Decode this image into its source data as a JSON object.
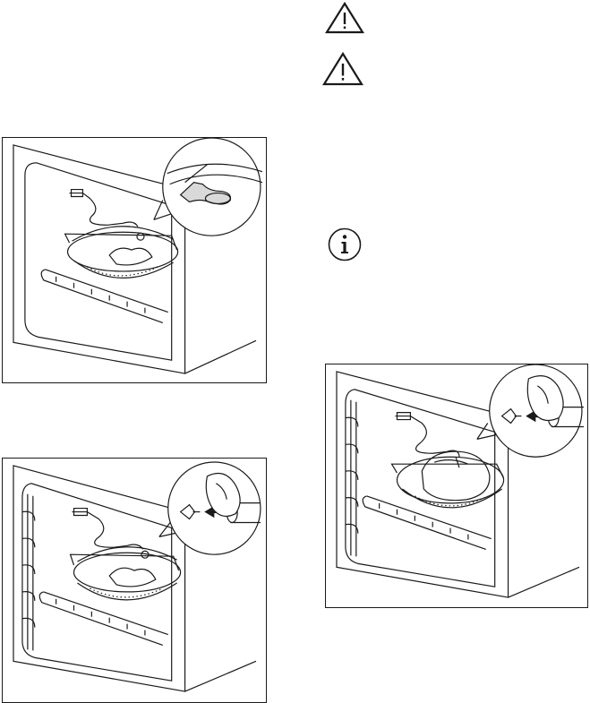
{
  "icons": {
    "warning_1": "warning-triangle-icon",
    "warning_2": "warning-triangle-icon",
    "info": "information-circle-icon"
  },
  "figures": [
    {
      "name": "figure-steam-dish-inlet-detail",
      "depicts": "oven-cavity"
    },
    {
      "name": "figure-connect-inlet-pipe-left",
      "depicts": "oven-cavity"
    },
    {
      "name": "figure-connect-inlet-pipe-right",
      "depicts": "oven-cavity"
    }
  ],
  "colors": {
    "line": "#1a1a1a",
    "fill": "#ffffff",
    "shade": "#d9d9d9"
  }
}
